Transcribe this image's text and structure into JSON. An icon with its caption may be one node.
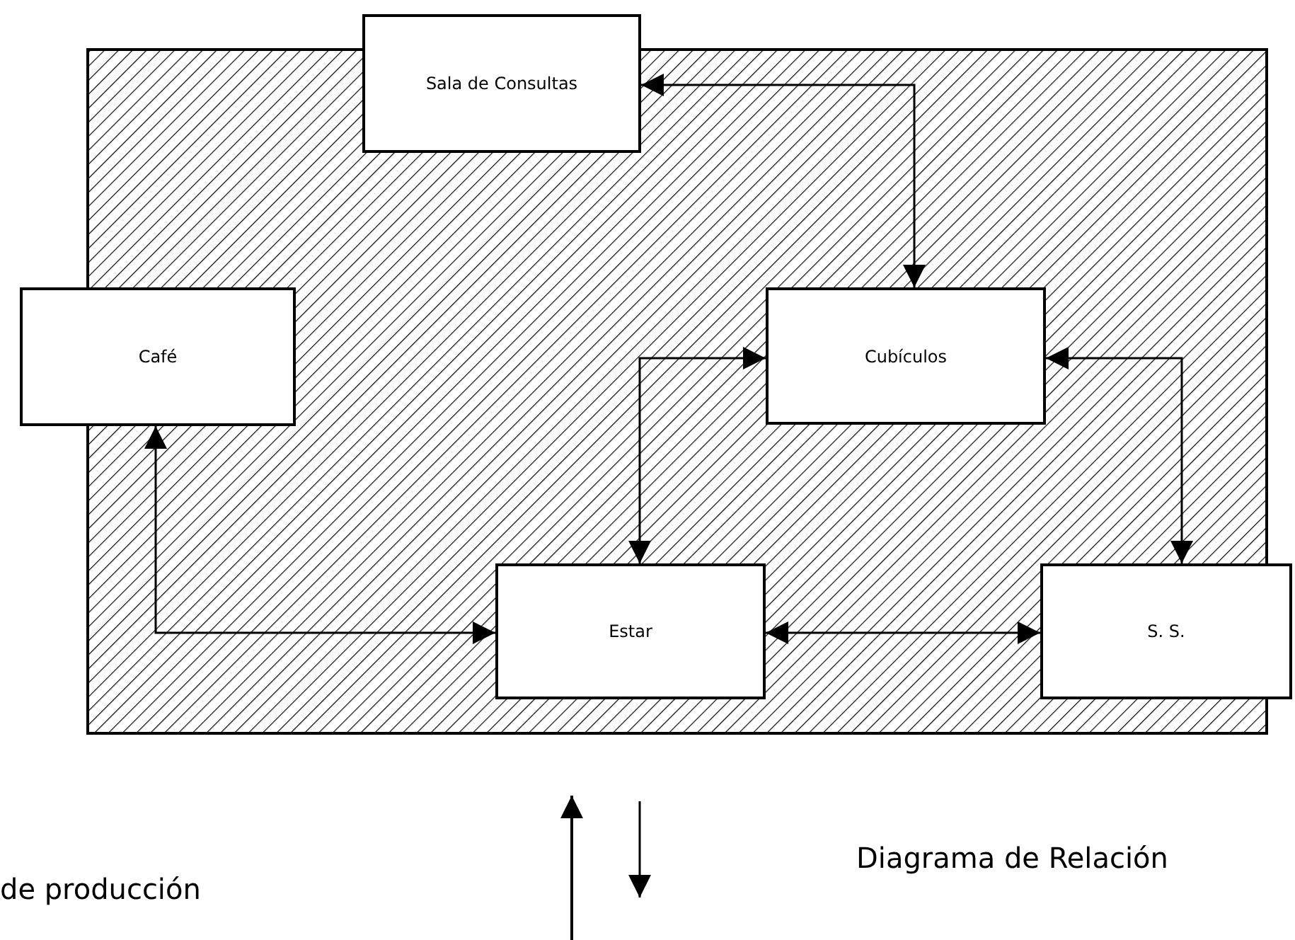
{
  "diagram": {
    "nodes": [
      {
        "text": [
          "Sala de Consultas"
        ]
      },
      {
        "text": [
          "Café"
        ]
      },
      {
        "text": [
          "Cubículos"
        ]
      },
      {
        "text": [
          "Estar"
        ]
      },
      {
        "text": [
          "S. S."
        ]
      }
    ],
    "edges": [
      {
        "from": 0,
        "to": 2,
        "arrow": "both"
      },
      {
        "from": 1,
        "to": 3,
        "arrow": "both"
      },
      {
        "from": 2,
        "to": 3,
        "arrow": "both"
      },
      {
        "from": 2,
        "to": 4,
        "arrow": "both"
      },
      {
        "from": 3,
        "to": 4,
        "arrow": "both"
      }
    ],
    "labels": [
      "de producción",
      "Diagrama de Relación"
    ]
  }
}
